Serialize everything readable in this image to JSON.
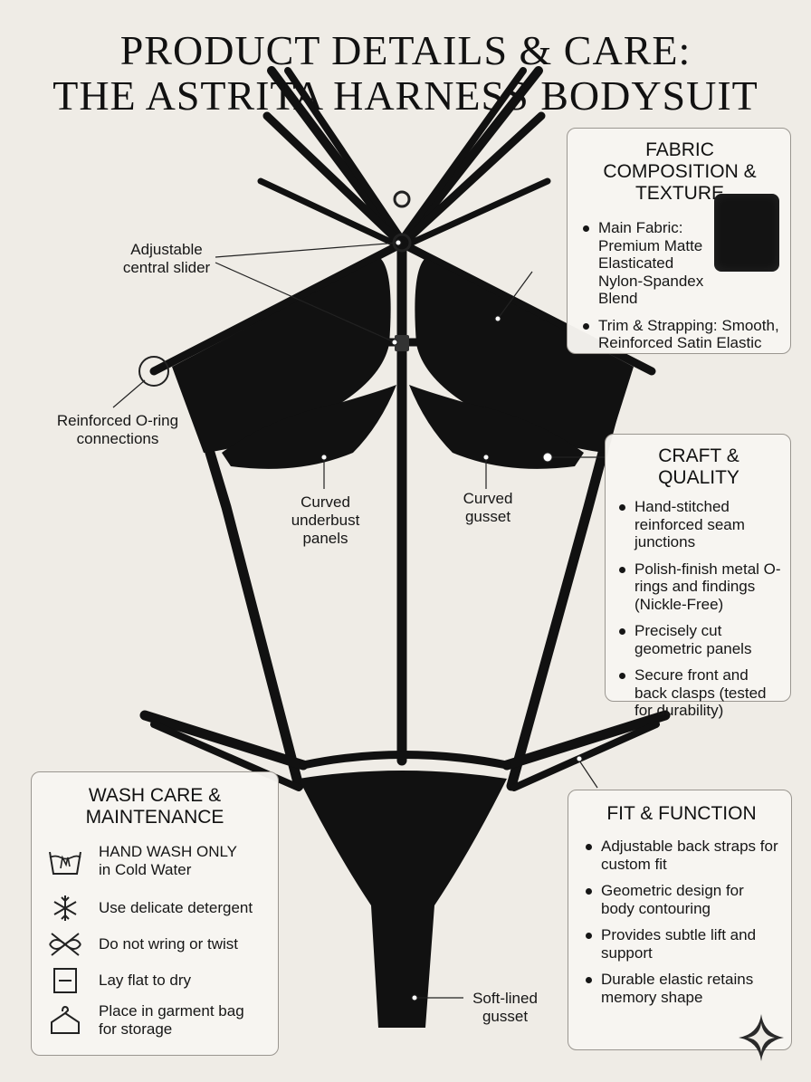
{
  "title": {
    "line1": "PRODUCT DETAILS & CARE:",
    "line2": "THE ASTRITA HARNESS BODYSUIT"
  },
  "callouts": {
    "slider": "Adjustable central slider",
    "oring": "Reinforced O-ring connections",
    "underbust": "Curved underbust panels",
    "gusset_curved": "Curved gusset",
    "gusset_soft": "Soft-lined gusset"
  },
  "fabric": {
    "heading": "FABRIC COMPOSITION & TEXTURE",
    "items": [
      "Main Fabric: Premium Matte Elasticated Nylon-Spandex Blend",
      "Trim & Strapping: Smooth, Reinforced Satin Elastic"
    ]
  },
  "craft": {
    "heading": "CRAFT & QUALITY",
    "items": [
      "Hand-stitched reinforced seam junctions",
      "Polish-finish metal O-rings and findings (Nickle-Free)",
      "Precisely cut geometric panels",
      "Secure front and back clasps (tested for durability)"
    ]
  },
  "wash": {
    "heading": "WASH CARE & MAINTENANCE",
    "items": [
      {
        "icon": "hand-wash-icon",
        "text": "HAND WASH ONLY in Cold Water"
      },
      {
        "icon": "snowflake-icon",
        "text": "Use delicate detergent"
      },
      {
        "icon": "do-not-wring-icon",
        "text": "Do not wring or twist"
      },
      {
        "icon": "lay-flat-icon",
        "text": "Lay flat to dry"
      },
      {
        "icon": "garment-bag-icon",
        "text": "Place in garment bag for storage"
      }
    ]
  },
  "fit": {
    "heading": "FIT & FUNCTION",
    "items": [
      "Adjustable back straps for custom fit",
      "Geometric design for body contouring",
      "Provides subtle lift and support",
      "Durable elastic retains memory shape"
    ]
  },
  "colors": {
    "background": "#efece6",
    "garment": "#111111",
    "panel_border": "#9a9690"
  },
  "icons": {
    "corner": "sparkle-icon"
  }
}
